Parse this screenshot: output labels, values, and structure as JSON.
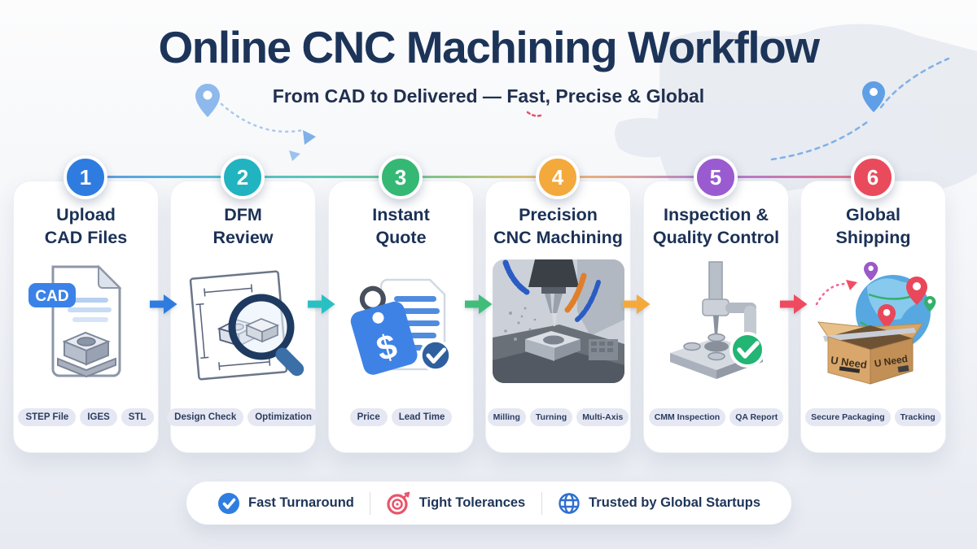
{
  "header": {
    "title": "Online CNC Machining Workflow",
    "subtitle": "From CAD to Delivered — Fast, Precise & Global"
  },
  "steps": [
    {
      "number": "1",
      "accent": "#2e7ce0",
      "title_line1": "Upload",
      "title_line2": "CAD Files",
      "badge": "CAD",
      "tags": [
        "STEP File",
        "IGES",
        "STL"
      ]
    },
    {
      "number": "2",
      "accent": "#22b3c1",
      "title_line1": "DFM",
      "title_line2": "Review",
      "tags": [
        "Design Check",
        "Optimization"
      ]
    },
    {
      "number": "3",
      "accent": "#35b873",
      "title_line1": "Instant",
      "title_line2": "Quote",
      "price_symbol": "$",
      "tags": [
        "Price",
        "Lead Time"
      ]
    },
    {
      "number": "4",
      "accent": "#f4a93c",
      "title_line1": "Precision",
      "title_line2": "CNC Machining",
      "tags": [
        "Milling",
        "Turning",
        "Multi-Axis"
      ]
    },
    {
      "number": "5",
      "accent": "#9a5bd0",
      "title_line1": "Inspection &",
      "title_line2": "Quality Control",
      "tags": [
        "CMM Inspection",
        "QA Report"
      ]
    },
    {
      "number": "6",
      "accent": "#e94b5c",
      "title_line1": "Global",
      "title_line2": "Shipping",
      "box_label_left": "U Need",
      "box_label_right": "U Need",
      "tags": [
        "Secure Packaging",
        "Tracking"
      ]
    }
  ],
  "arrows": {
    "colors": [
      "#2e7ce0",
      "#29c0c4",
      "#41bd7a",
      "#f5a93d",
      "#ef4b5e"
    ]
  },
  "footer": {
    "items": [
      {
        "icon": "check-circle-icon",
        "icon_color": "#2f7de1",
        "label": "Fast Turnaround"
      },
      {
        "icon": "target-icon",
        "icon_color": "#e8556a",
        "label": "Tight Tolerances"
      },
      {
        "icon": "globe-icon",
        "icon_color": "#2f6fd0",
        "label": "Trusted by Global Startups"
      }
    ]
  }
}
